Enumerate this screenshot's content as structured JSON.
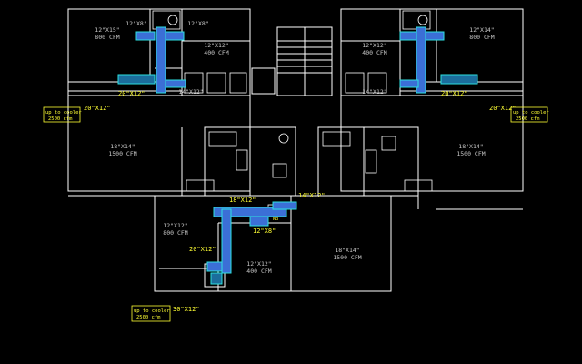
{
  "colors": {
    "background": "#000000",
    "walls": "#ffffff",
    "duct_fill": "#3b6fd6",
    "duct_edge": "#2de0e0",
    "duct_label": "#ffff33",
    "room_label": "#c8c8c8",
    "note_box": "#ffff33"
  },
  "rooms": [
    {
      "size": "12\"X15\"",
      "cfm": "800 CFM"
    },
    {
      "size": "12\"X12\"",
      "cfm": "400 CFM"
    },
    {
      "size": "12\"X8\"",
      "cfm": ""
    },
    {
      "size": "12\"X8\"",
      "cfm": ""
    },
    {
      "size": "12\"X12\"",
      "cfm": "400 CFM"
    },
    {
      "size": "12\"X14\"",
      "cfm": "800 CFM"
    },
    {
      "size": "14\"X12\"",
      "cfm": ""
    },
    {
      "size": "14\"X12\"",
      "cfm": ""
    },
    {
      "size": "18\"X14\"",
      "cfm": "1500 CFM"
    },
    {
      "size": "18\"X14\"",
      "cfm": "1500 CFM"
    },
    {
      "size": "12\"X12\"",
      "cfm": "800 CFM"
    },
    {
      "size": "12\"X12\"",
      "cfm": "400 CFM"
    },
    {
      "size": "18\"X14\"",
      "cfm": "1500 CFM"
    }
  ],
  "duct_labels": [
    "20\"X12\"",
    "20\"X12\"",
    "20\"X12\"",
    "20\"X12\"",
    "18\"X12\"",
    "14\"X12\"",
    "12\"X8\"",
    "20\"X12\"",
    "30\"X12\"",
    "Nd"
  ],
  "notes": [
    {
      "line1": "up to cooler",
      "line2": "2500 cfm"
    },
    {
      "line1": "up to cooler",
      "line2": "2500 cfm"
    },
    {
      "line1": "up to cooler",
      "line2": "2500 cfm"
    }
  ]
}
